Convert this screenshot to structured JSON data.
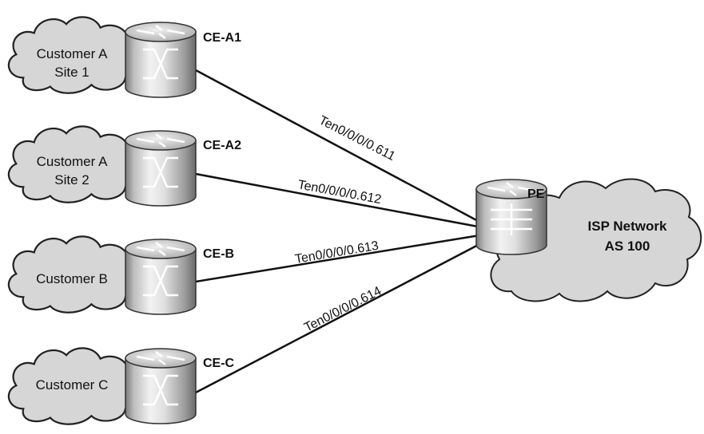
{
  "clouds": [
    {
      "id": "customer-a-site-1",
      "lines": [
        "Customer A",
        "Site 1"
      ]
    },
    {
      "id": "customer-a-site-2",
      "lines": [
        "Customer A",
        "Site 2"
      ]
    },
    {
      "id": "customer-b",
      "lines": [
        "Customer B"
      ]
    },
    {
      "id": "customer-c",
      "lines": [
        "Customer C"
      ]
    }
  ],
  "routers": [
    {
      "id": "ce-a1",
      "label": "CE-A1"
    },
    {
      "id": "ce-a2",
      "label": "CE-A2"
    },
    {
      "id": "ce-b",
      "label": "CE-B"
    },
    {
      "id": "ce-c",
      "label": "CE-C"
    },
    {
      "id": "pe",
      "label": "PE"
    }
  ],
  "links": [
    {
      "from": "CE-A1",
      "to": "PE",
      "label": "Ten0/0/0/0.611"
    },
    {
      "from": "CE-A2",
      "to": "PE",
      "label": "Ten0/0/0/0.612"
    },
    {
      "from": "CE-B",
      "to": "PE",
      "label": "Ten0/0/0/0.613"
    },
    {
      "from": "CE-C",
      "to": "PE",
      "label": "Ten0/0/0/0.614"
    }
  ],
  "isp": {
    "line1": "ISP Network",
    "line2": "AS 100"
  }
}
